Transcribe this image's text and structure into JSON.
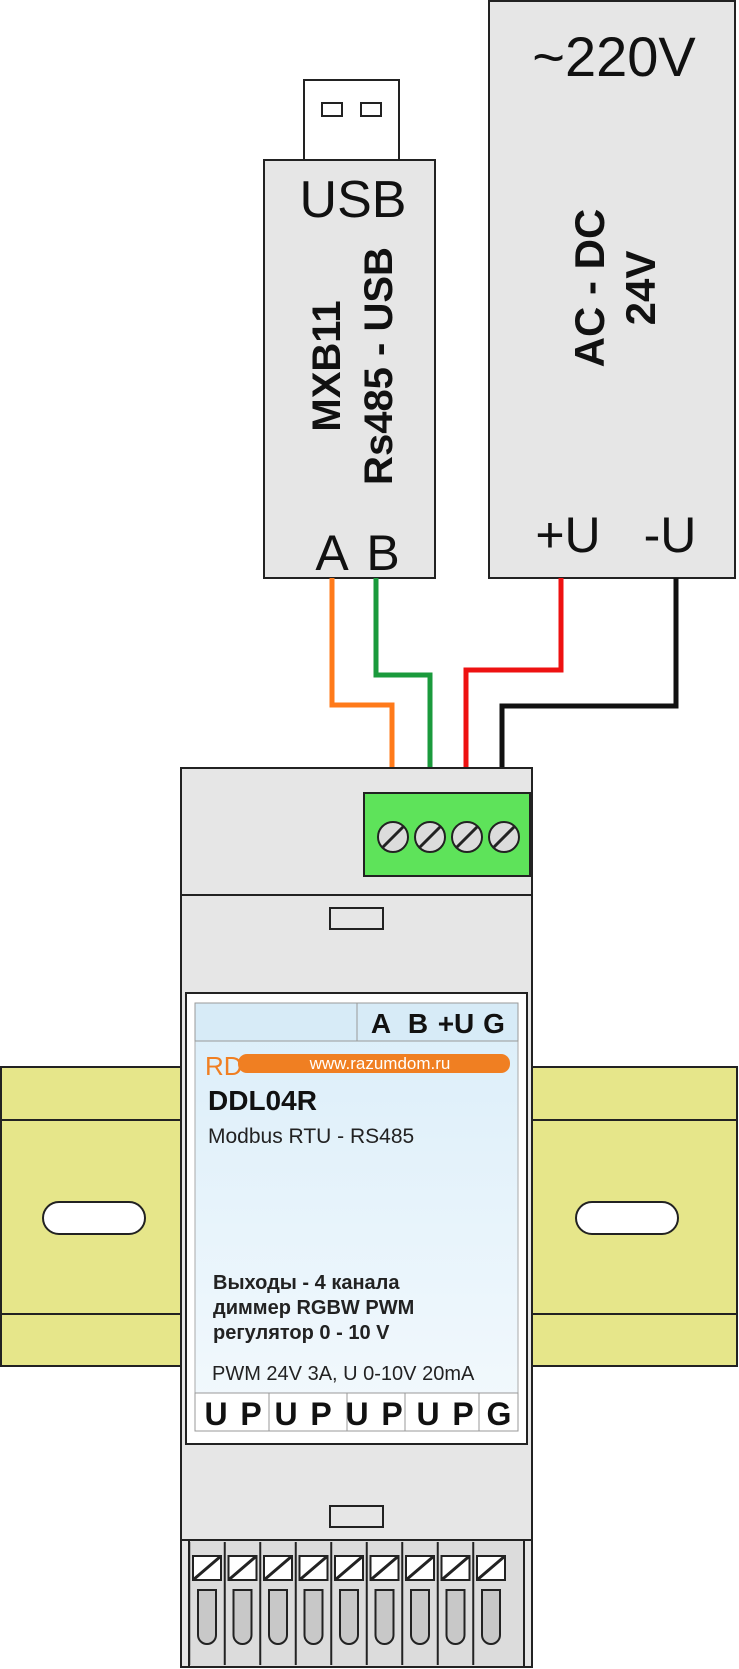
{
  "usb_adapter": {
    "plug_label": "USB",
    "model": "MXB11",
    "function": "Rs485 - USB",
    "terminal_a": "A",
    "terminal_b": "B"
  },
  "power_supply": {
    "input": "~220V",
    "type": "AC - DC",
    "voltage": "24V",
    "terminal_plus": "+U",
    "terminal_minus": "-U"
  },
  "device": {
    "header_terminals": [
      "A",
      "B",
      "+U",
      "G"
    ],
    "brand": "RD",
    "website": "www.razumdom.ru",
    "model": "DDL04R",
    "protocol": "Modbus RTU - RS485",
    "description": [
      "Выходы - 4 канала",
      "диммер RGBW PWM",
      "регулятор 0 - 10 V"
    ],
    "specs": "PWM 24V 3A, U 0-10V 20mA",
    "output_terminals": [
      "U",
      "P",
      "U",
      "P",
      "U",
      "P",
      "U",
      "P",
      "G"
    ]
  },
  "colors": {
    "wire_a": "#ff7a1a",
    "wire_b": "#1a9a3c",
    "wire_plus": "#ee1111",
    "wire_minus": "#111111",
    "brand_orange": "#f07f22",
    "terminal_green": "#5ee35a",
    "din_rail": "#e6e68a",
    "housing": "#e6e6e6"
  }
}
